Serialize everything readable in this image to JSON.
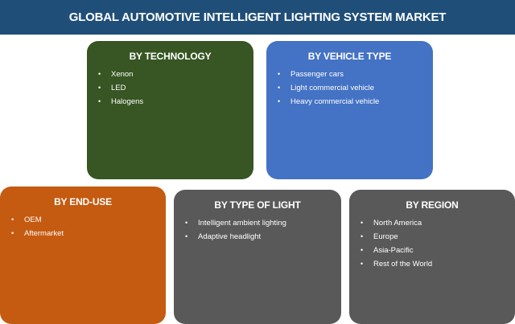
{
  "header": {
    "title": "GLOBAL AUTOMOTIVE INTELLIGENT LIGHTING SYSTEM MARKET",
    "background": "#1f4e79"
  },
  "bullet_glyph": "•",
  "boxes": {
    "technology": {
      "title": "BY TECHNOLOGY",
      "color": "#375623",
      "items": [
        "Xenon",
        "LED",
        "Halogens"
      ]
    },
    "vehicle_type": {
      "title": "BY VEHICLE TYPE",
      "color": "#4472c4",
      "items": [
        "Passenger cars",
        "Light commercial vehicle",
        "Heavy commercial vehicle"
      ]
    },
    "end_use": {
      "title": "BY END-USE",
      "color": "#c55a11",
      "items": [
        "OEM",
        "Aftermarket"
      ]
    },
    "type_of_light": {
      "title": "BY TYPE OF LIGHT",
      "color": "#595959",
      "items": [
        "Intelligent ambient lighting",
        "Adaptive headlight"
      ]
    },
    "region": {
      "title": "BY REGION",
      "color": "#595959",
      "items": [
        "North America",
        "Europe",
        "Asia-Pacific",
        "Rest of the World"
      ]
    }
  }
}
